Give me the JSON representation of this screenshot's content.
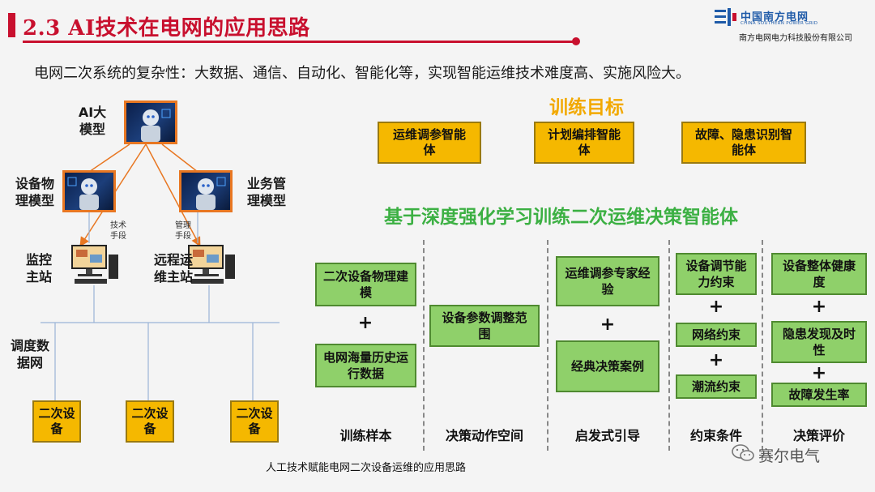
{
  "header": {
    "title": "2.3 AI技术在电网的应用思路",
    "logo_cn": "中国南方电网",
    "logo_en": "CHINA SOUTHERN POWER GRID",
    "company": "南方电网电力科技股份有限公司"
  },
  "intro": "电网二次系统的复杂性：大数据、通信、自动化、智能化等，实现智能运维技术难度高、实施风险大。",
  "left_diagram": {
    "ai_model": "AI大模型",
    "device_model": "设备物理模型",
    "business_model": "业务管理模型",
    "tech_means": "技术手段",
    "mgmt_means": "管理手段",
    "monitor_station": "监控主站",
    "remote_station": "远程运维主站",
    "dispatch_network": "调度数据网",
    "devices": [
      "二次设备",
      "二次设备",
      "二次设备"
    ]
  },
  "goals": {
    "title": "训练目标",
    "items": [
      "运维调参智能体",
      "计划编排智能体",
      "故障、隐患识别智能体"
    ]
  },
  "framework": {
    "title": "基于深度强化学习训练二次运维决策智能体",
    "columns": [
      {
        "label": "训练样本",
        "boxes": [
          "二次设备物理建模",
          "电网海量历史运行数据"
        ]
      },
      {
        "label": "决策动作空间",
        "boxes": [
          "设备参数调整范围"
        ]
      },
      {
        "label": "启发式引导",
        "boxes": [
          "运维调参专家经验",
          "经典决策案例"
        ]
      },
      {
        "label": "约束条件",
        "boxes": [
          "设备调节能力约束",
          "网络约束",
          "潮流约束"
        ]
      },
      {
        "label": "决策评价",
        "boxes": [
          "设备整体健康度",
          "隐患发现及时性",
          "故障发生率"
        ]
      }
    ],
    "plus": "+"
  },
  "caption": "人工技术赋能电网二次设备运维的应用思路",
  "watermark": "赛尔电气"
}
